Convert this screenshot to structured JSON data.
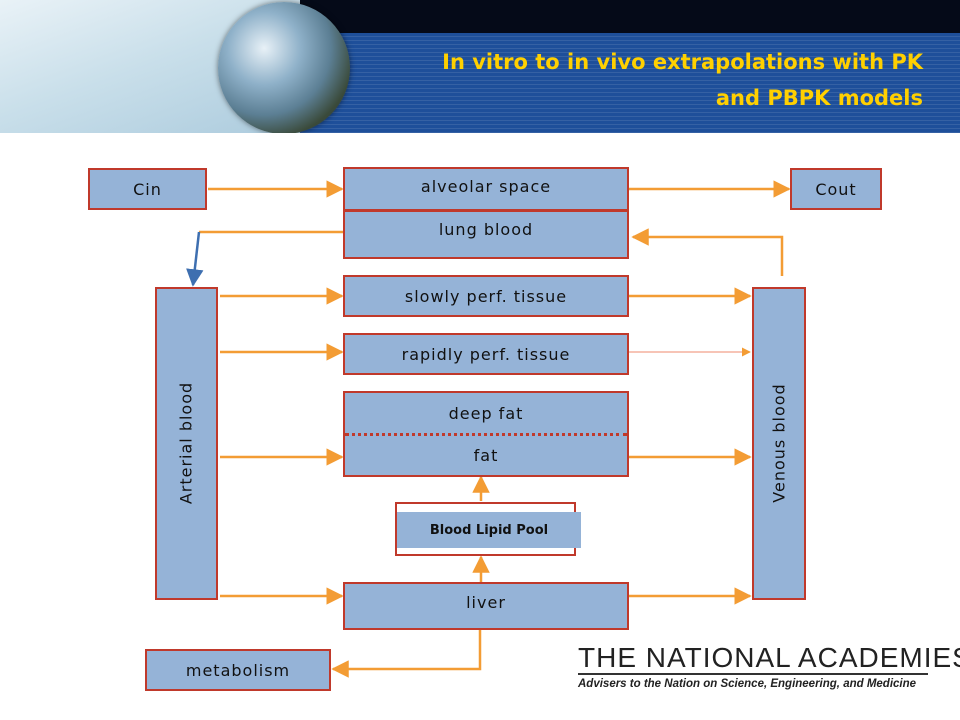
{
  "title": {
    "line1": "In vitro to in vivo extrapolations with PK",
    "line2": "and PBPK models"
  },
  "diagram": {
    "cin": "Cin",
    "cout": "Cout",
    "alveolar_space": "alveolar space",
    "lung_blood": "lung blood",
    "slowly_perf_tissue": "slowly perf. tissue",
    "rapidly_perf_tissue": "rapidly perf. tissue",
    "deep_fat": "deep fat",
    "fat": "fat",
    "blood_lipid_pool": "Blood Lipid Pool",
    "liver": "liver",
    "metabolism": "metabolism",
    "arterial_blood": "Arterial blood",
    "venous_blood": "Venous blood"
  },
  "logo": {
    "title": "THE NATIONAL ACADEMIES",
    "subtitle": "Advisers to the Nation on Science, Engineering, and Medicine"
  },
  "colors": {
    "box_fill": "#95b3d7",
    "box_border": "#c0392b",
    "arrow": "#f39c34",
    "title_text": "#ffd000",
    "banner": "#1e4f9a"
  }
}
